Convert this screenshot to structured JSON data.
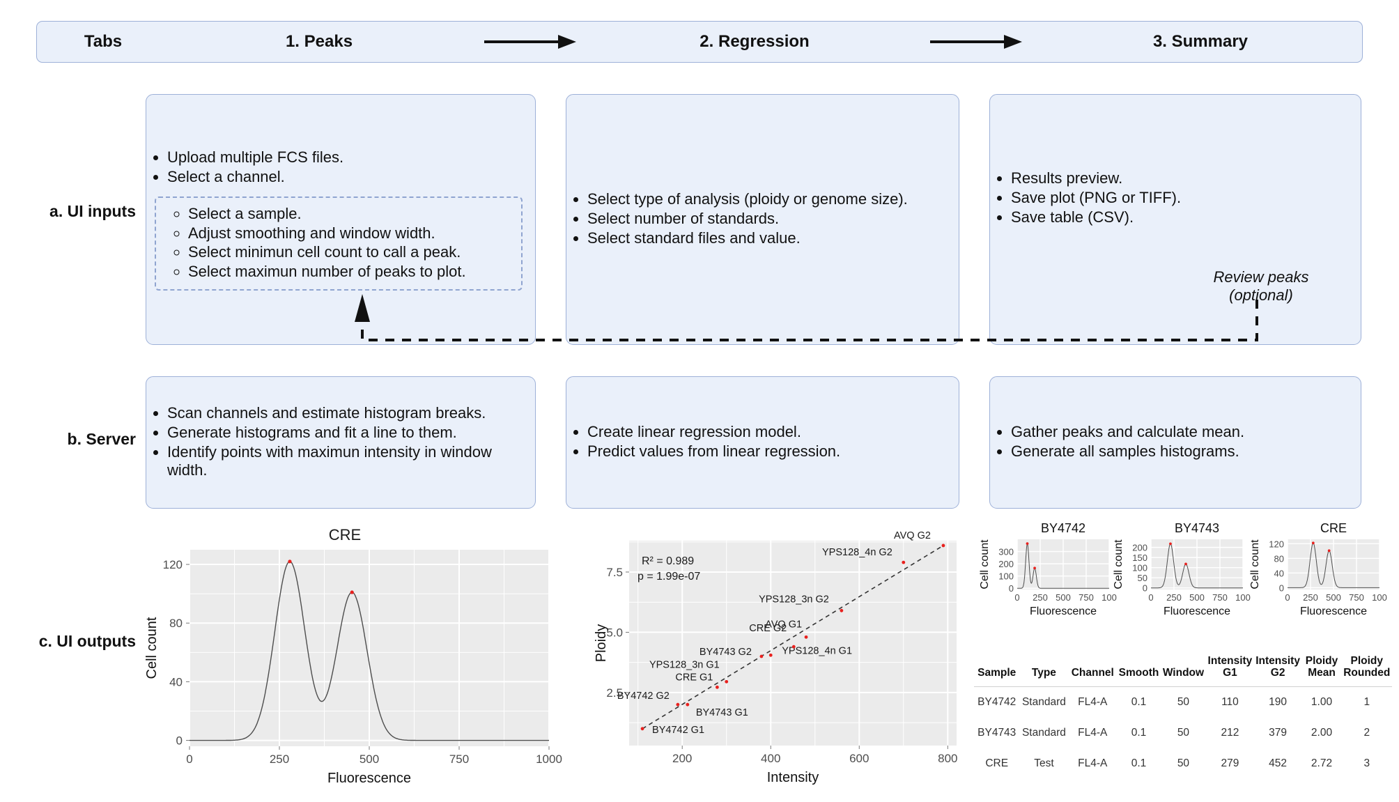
{
  "header": {
    "row_label": "Tabs",
    "tabs": [
      "1. Peaks",
      "2. Regression",
      "3. Summary"
    ],
    "arrow_icon": "right-arrow-icon"
  },
  "rows": {
    "a": "a. UI inputs",
    "b": "b. Server",
    "c": "c. UI outputs"
  },
  "panels": {
    "ui_inputs": {
      "peaks": {
        "items": [
          "Upload multiple FCS files.",
          "Select a channel."
        ],
        "subitems": [
          "Select a sample.",
          "Adjust smoothing and window width.",
          "Select minimun cell count to call a peak.",
          "Select maximun number of peaks to plot."
        ]
      },
      "regression": {
        "items": [
          "Select type of analysis (ploidy or genome size).",
          "Select number of standards.",
          "Select standard files and value."
        ]
      },
      "summary": {
        "items": [
          "Results preview.",
          "Save plot (PNG or TIFF).",
          "Save table (CSV)."
        ],
        "note": "Review peaks (optional)"
      }
    },
    "server": {
      "peaks": {
        "items": [
          "Scan channels and estimate histogram breaks.",
          "Generate histograms and fit a line to them.",
          "Identify points with maximun intensity in window width."
        ]
      },
      "regression": {
        "items": [
          "Create linear regression model.",
          "Predict values from linear regression."
        ]
      },
      "summary": {
        "items": [
          "Gather peaks and calculate mean.",
          "Generate all samples histograms."
        ]
      }
    }
  },
  "chart_data": [
    {
      "id": "cre-histogram",
      "type": "line",
      "title": "CRE",
      "xlabel": "Fluorescence",
      "ylabel": "Cell count",
      "xlim": [
        0,
        1000
      ],
      "ylim": [
        -4,
        130
      ],
      "xticks": [
        0,
        250,
        500,
        750,
        1000
      ],
      "yticks": [
        0,
        40,
        80,
        120
      ],
      "grid": true,
      "peaks": [
        {
          "x": 279,
          "y": 122
        },
        {
          "x": 452,
          "y": 101
        }
      ],
      "peak_color": "#e8211e"
    },
    {
      "id": "regression-scatter",
      "type": "scatter",
      "title": "",
      "xlabel": "Intensity",
      "ylabel": "Ploidy",
      "xlim": [
        80,
        820
      ],
      "ylim": [
        0.3,
        8.8
      ],
      "xticks": [
        200,
        400,
        600,
        800
      ],
      "yticks": [
        2.5,
        5.0,
        7.5
      ],
      "grid": true,
      "annotations": [
        "R² = 0.989",
        "p = 1.99e-07"
      ],
      "fit_line": "dashed",
      "point_color": "#e8211e",
      "points": [
        {
          "label": "BY4742 G1",
          "x": 110,
          "y": 1.0
        },
        {
          "label": "BY4742 G2",
          "x": 190,
          "y": 2.0
        },
        {
          "label": "BY4743 G1",
          "x": 212,
          "y": 2.0
        },
        {
          "label": "CRE G1",
          "x": 279,
          "y": 2.72
        },
        {
          "label": "YPS128_3n G1",
          "x": 300,
          "y": 2.95
        },
        {
          "label": "BY4743 G2",
          "x": 379,
          "y": 4.0
        },
        {
          "label": "YPS128_4n G1",
          "x": 400,
          "y": 4.05
        },
        {
          "label": "CRE G2",
          "x": 452,
          "y": 4.4
        },
        {
          "label": "AVQ G1",
          "x": 480,
          "y": 4.8
        },
        {
          "label": "YPS128_3n G2",
          "x": 560,
          "y": 5.9
        },
        {
          "label": "YPS128_4n G2",
          "x": 700,
          "y": 7.9
        },
        {
          "label": "AVQ G2",
          "x": 790,
          "y": 8.6
        }
      ]
    },
    {
      "id": "mini-histogram-by4742",
      "type": "line",
      "title": "BY4742",
      "xlabel": "Fluorescence",
      "ylabel": "Cell count",
      "xticks": [
        "0",
        "250",
        "500",
        "750",
        "100"
      ],
      "yticks": [
        0,
        100,
        200,
        300
      ],
      "ylim": [
        -10,
        400
      ],
      "peaks": [
        {
          "x": 110,
          "y": 365
        },
        {
          "x": 190,
          "y": 165
        }
      ],
      "peak_color": "#e8211e"
    },
    {
      "id": "mini-histogram-by4743",
      "type": "line",
      "title": "BY4743",
      "xlabel": "Fluorescence",
      "ylabel": "Cell count",
      "xticks": [
        "0",
        "250",
        "500",
        "750",
        "100"
      ],
      "yticks": [
        0,
        50,
        100,
        150,
        200
      ],
      "ylim": [
        -8,
        240
      ],
      "peaks": [
        {
          "x": 212,
          "y": 218
        },
        {
          "x": 379,
          "y": 118
        }
      ],
      "peak_color": "#e8211e"
    },
    {
      "id": "mini-histogram-cre",
      "type": "line",
      "title": "CRE",
      "xlabel": "Fluorescence",
      "ylabel": "Cell count",
      "xticks": [
        "0",
        "250",
        "500",
        "750",
        "100"
      ],
      "yticks": [
        0,
        40,
        80,
        120
      ],
      "ylim": [
        -5,
        132
      ],
      "peaks": [
        {
          "x": 279,
          "y": 122
        },
        {
          "x": 452,
          "y": 101
        }
      ],
      "peak_color": "#e8211e"
    }
  ],
  "results_table": {
    "columns": [
      "Sample",
      "Type",
      "Channel",
      "Smooth",
      "Window",
      "Intensity G1",
      "Intensity G2",
      "Ploidy Mean",
      "Ploidy Rounded"
    ],
    "rows": [
      [
        "BY4742",
        "Standard",
        "FL4-A",
        "0.1",
        "50",
        "110",
        "190",
        "1.00",
        "1"
      ],
      [
        "BY4743",
        "Standard",
        "FL4-A",
        "0.1",
        "50",
        "212",
        "379",
        "2.00",
        "2"
      ],
      [
        "CRE",
        "Test",
        "FL4-A",
        "0.1",
        "50",
        "279",
        "452",
        "2.72",
        "3"
      ]
    ]
  },
  "colors": {
    "box_fill": "#eaf0fa",
    "box_border": "#9db0d8",
    "plot_panel": "#ebebeb",
    "peak_marker": "#e8211e"
  }
}
